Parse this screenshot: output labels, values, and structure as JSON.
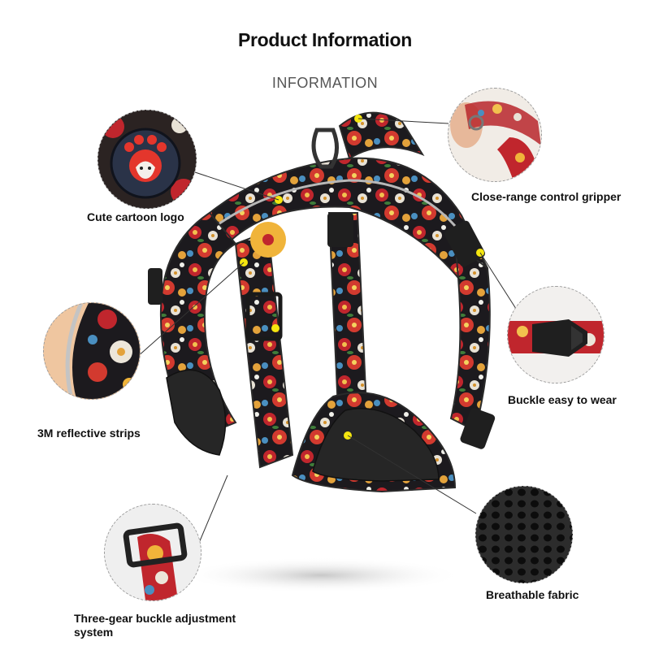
{
  "header": {
    "title": "Product Information",
    "subtitle": "INFORMATION"
  },
  "features": [
    {
      "id": "logo",
      "label": "Cute cartoon logo"
    },
    {
      "id": "gripper",
      "label": "Close-range control gripper"
    },
    {
      "id": "reflective",
      "label": "3M reflective strips"
    },
    {
      "id": "buckle",
      "label": "Buckle easy to wear"
    },
    {
      "id": "adjust",
      "label": "Three-gear buckle adjustment system"
    },
    {
      "id": "fabric",
      "label": "Breathable fabric"
    }
  ],
  "colors": {
    "marker_dot": "#f5e60f",
    "pattern_red": "#c0262d",
    "pattern_dark": "#1b1b1f",
    "mesh": "#2a2a2a"
  }
}
